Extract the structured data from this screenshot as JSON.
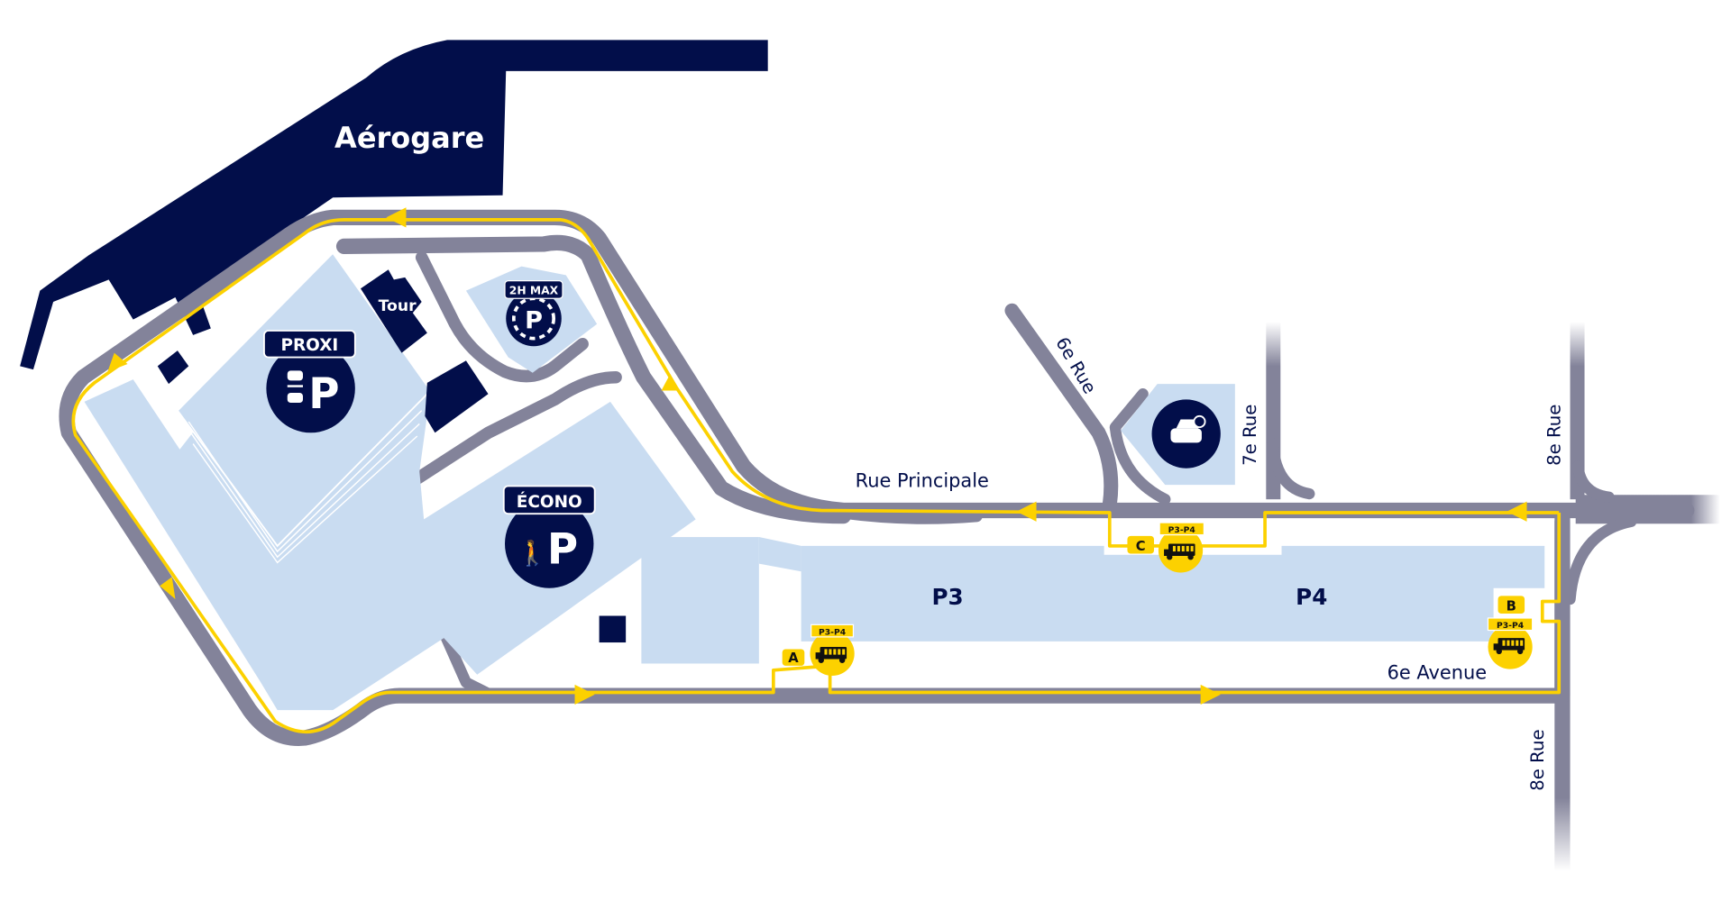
{
  "map": {
    "terminal_label": "Aérogare",
    "tower_label": "Tour",
    "parkings": {
      "proxi": {
        "label": "PROXI",
        "icon": "parking-icon-two-cars"
      },
      "short_term": {
        "label": "2H MAX",
        "icon": "parking-icon-dashed"
      },
      "econo": {
        "label": "ÉCONO",
        "icon": "parking-icon-walk"
      },
      "drop_off": {
        "icon": "car-clock-icon"
      },
      "p3": {
        "label": "P3"
      },
      "p4": {
        "label": "P4"
      }
    },
    "streets": {
      "rue_principale": "Rue Principale",
      "sixth_street": "6e Rue",
      "seventh_street": "7e Rue",
      "eighth_street_north": "8e Rue",
      "eighth_street_south": "8e Rue",
      "sixth_avenue": "6e Avenue"
    },
    "shuttle_stops": [
      {
        "letter": "A",
        "route": "P3-P4"
      },
      {
        "letter": "B",
        "route": "P3-P4"
      },
      {
        "letter": "C",
        "route": "P3-P4"
      }
    ],
    "colors": {
      "navy": "#020e4a",
      "road": "#83839a",
      "lot": "#c9dcf1",
      "shuttle_route": "#fcd100"
    }
  }
}
